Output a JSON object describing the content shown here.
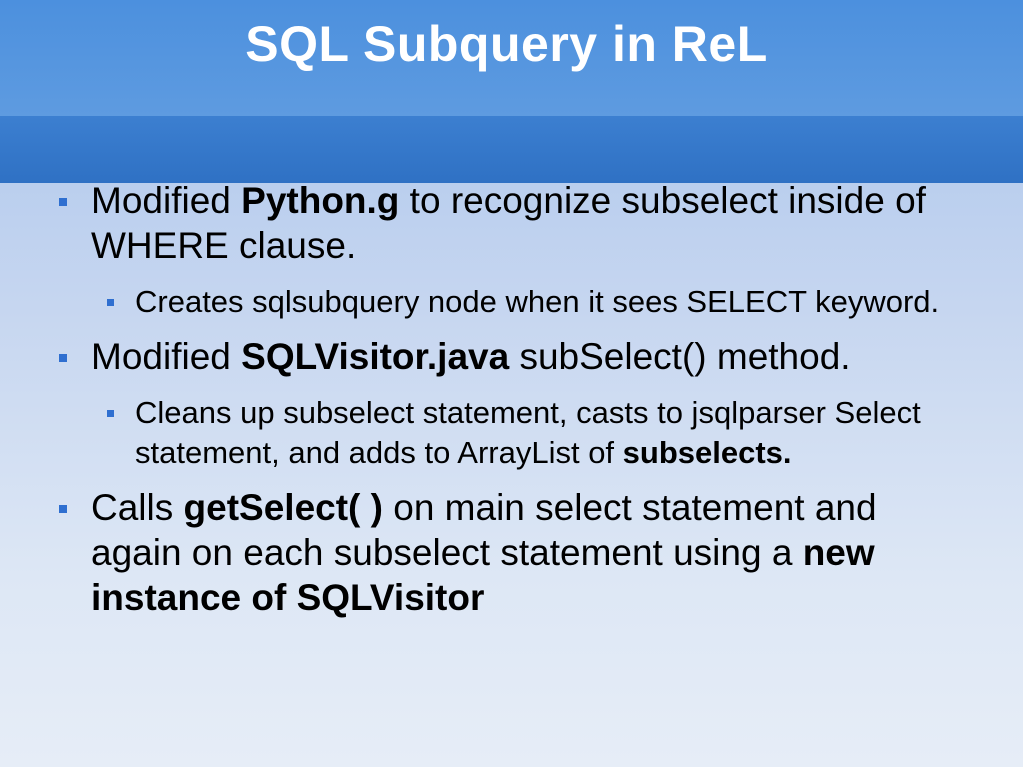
{
  "slide": {
    "title": "SQL Subquery in ReL",
    "accent_color": "#2f6fd0",
    "items": [
      {
        "level": 1,
        "parts": [
          {
            "text": "Modified ",
            "bold": false
          },
          {
            "text": "Python.g",
            "bold": true
          },
          {
            "text": " to recognize subselect inside of WHERE clause.",
            "bold": false
          }
        ]
      },
      {
        "level": 2,
        "parts": [
          {
            "text": "Creates sqlsubquery node when it sees SELECT keyword.",
            "bold": false
          }
        ]
      },
      {
        "level": 1,
        "parts": [
          {
            "text": "Modified ",
            "bold": false
          },
          {
            "text": "SQLVisitor.java",
            "bold": true
          },
          {
            "text": " subSelect() method.",
            "bold": false
          }
        ]
      },
      {
        "level": 2,
        "parts": [
          {
            "text": "Cleans up subselect statement, casts to jsqlparser Select statement, and adds to ArrayList of ",
            "bold": false
          },
          {
            "text": "subselects.",
            "bold": true
          }
        ]
      },
      {
        "level": 1,
        "parts": [
          {
            "text": "Calls ",
            "bold": false
          },
          {
            "text": "getSelect( )",
            "bold": true
          },
          {
            "text": " on main select statement and again on each subselect statement using a ",
            "bold": false
          },
          {
            "text": "new instance of SQLVisitor",
            "bold": true
          }
        ]
      }
    ]
  }
}
